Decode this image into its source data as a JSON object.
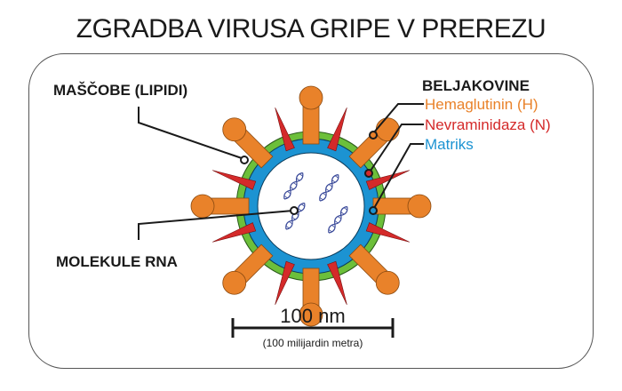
{
  "title": "ZGRADBA VIRUSA GRIPE V PREREZU",
  "labels": {
    "lipids": "MAŠČOBE (LIPIDI)",
    "rna": "MOLEKULE RNA",
    "proteins": "BELJAKOVINE",
    "hemagglutinin": "Hemaglutinin (H)",
    "neuraminidase": "Nevraminidaza (N)",
    "matrix": "Matriks"
  },
  "scale": {
    "value": "100 nm",
    "note": "(100 milijardin metra)"
  },
  "colors": {
    "hemagglutinin": "#e9822a",
    "neuraminidase": "#d42a2a",
    "matrix": "#1c93d2",
    "lipid_membrane": "#6cbf3a",
    "outline": "#1a1a1a"
  }
}
